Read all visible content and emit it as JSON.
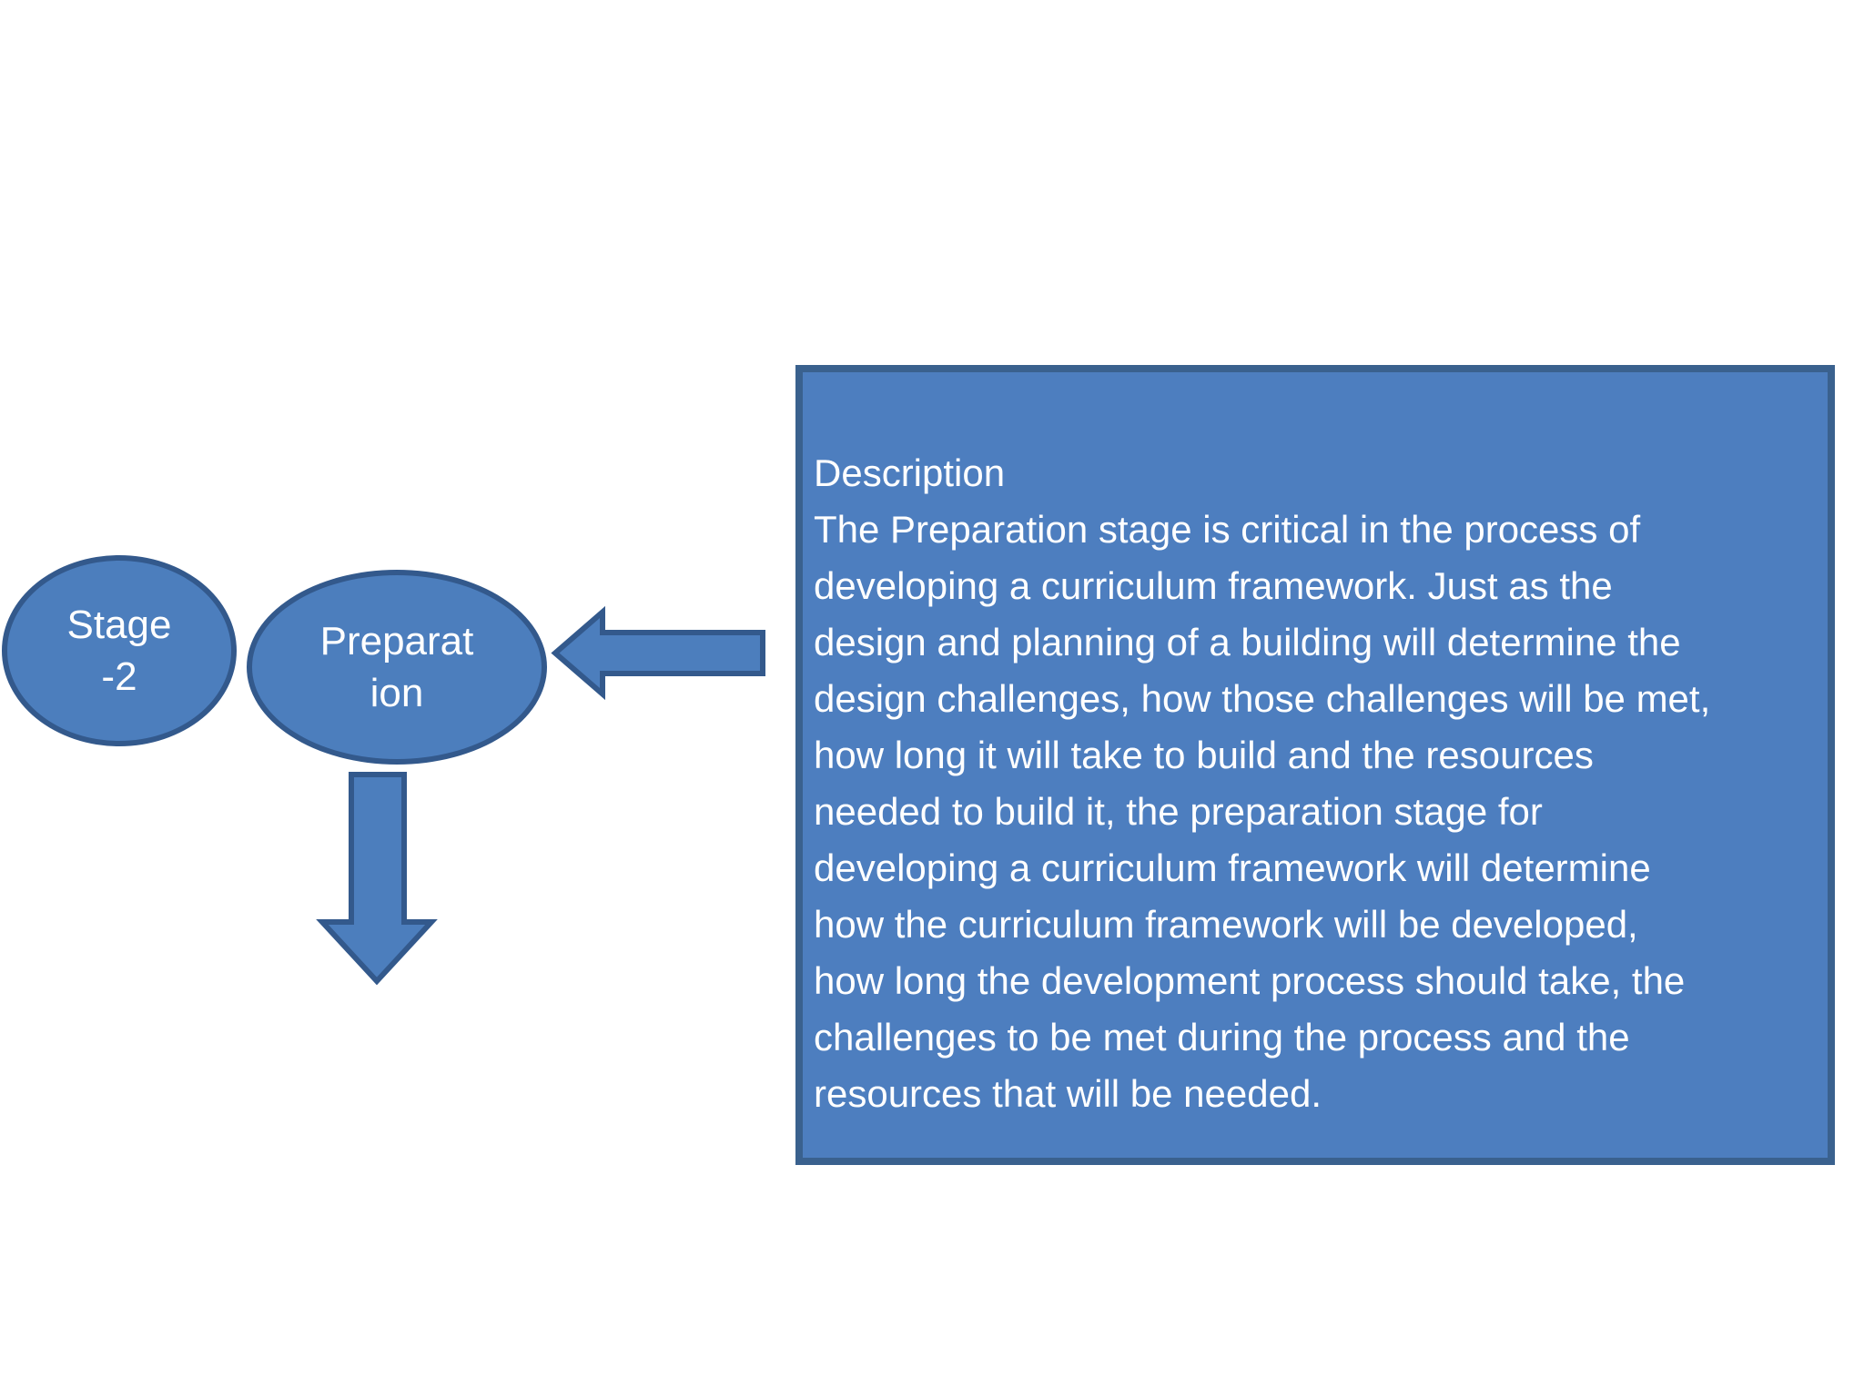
{
  "colors": {
    "background": "#ffffff",
    "shape_fill": "#4c7ebd",
    "shape_border": "#33598c",
    "box_fill": "#4d7ebf",
    "box_border": "#3a618e",
    "text_color": "#ffffff"
  },
  "diagram": {
    "stage_ellipse": {
      "label": "Stage\n-2"
    },
    "preparation_ellipse": {
      "label": "Preparat\nion"
    },
    "arrows": {
      "left_arrow": "block arrow pointing left from description box toward Preparation ellipse",
      "down_arrow": "block arrow pointing down from Preparation ellipse"
    },
    "description_box": {
      "title": "Description",
      "lines": [
        "The Preparation stage is critical in the process of",
        "developing a curriculum framework. Just as the",
        "design and planning of a building will determine the",
        "design challenges, how those challenges will be met,",
        "how long it will take to build and the resources",
        "needed to build it, the preparation stage for",
        "developing a curriculum framework will determine",
        "how the curriculum framework will be developed,",
        "how long the development process should take, the",
        "challenges to be met during the process and the",
        "resources that will be needed."
      ]
    }
  }
}
